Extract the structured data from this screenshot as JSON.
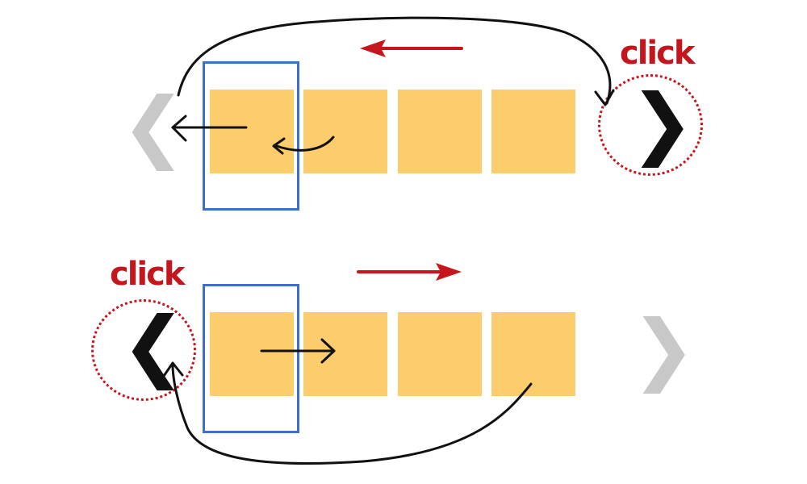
{
  "colors": {
    "slide": "#fdcc6c",
    "viewport_border": "#3f6fcd",
    "accent_red": "#c4161c",
    "arrow_black": "#111111",
    "chevron_active": "#111111",
    "chevron_inactive": "#c8c8c8"
  },
  "top_row": {
    "click_label": "click",
    "prev_icon": "chevron-left-icon",
    "next_icon": "chevron-right-icon",
    "prev_glyph": "❮",
    "next_glyph": "❯",
    "direction": "left",
    "active_control": "next"
  },
  "bottom_row": {
    "click_label": "click",
    "prev_icon": "chevron-left-icon",
    "next_icon": "chevron-right-icon",
    "prev_glyph": "❮",
    "next_glyph": "❯",
    "direction": "right",
    "active_control": "prev"
  }
}
